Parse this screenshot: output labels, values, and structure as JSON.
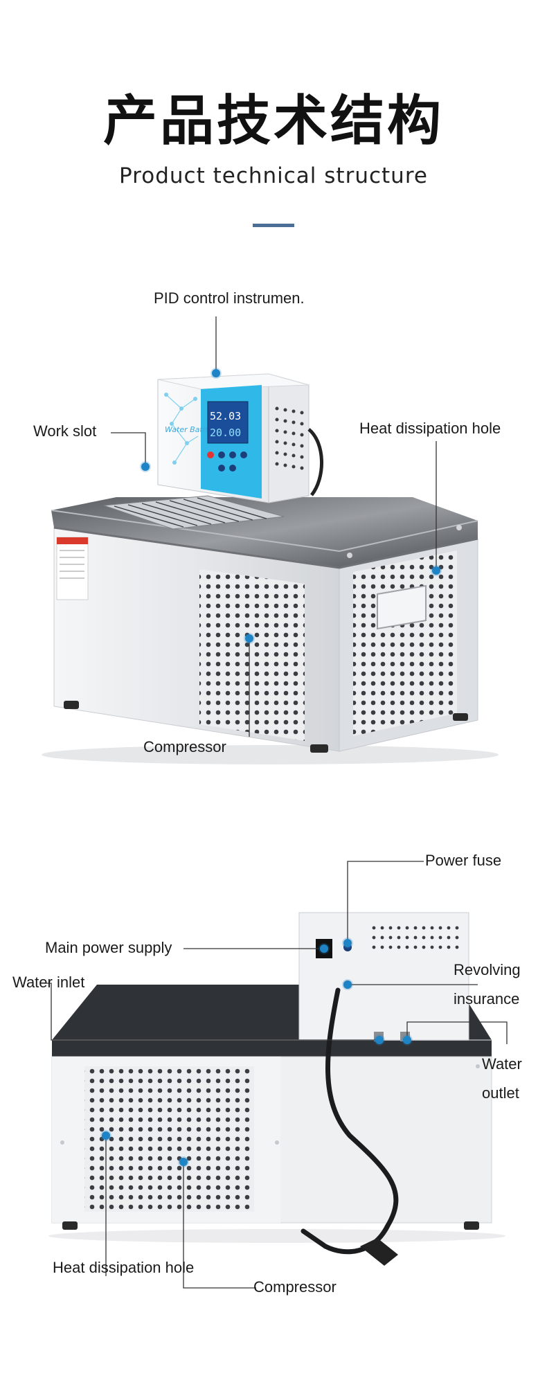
{
  "header": {
    "title_cn": "产品技术结构",
    "title_en": "Product technical structure"
  },
  "diagram1": {
    "device_text": {
      "brand": "Water Bath",
      "display_top": "52.03",
      "display_bottom": "20.00"
    },
    "labels": {
      "pid": "PID control instrumen.",
      "work_slot": "Work slot",
      "heat_hole": "Heat dissipation hole",
      "compressor": "Compressor"
    }
  },
  "diagram2": {
    "labels": {
      "power_fuse": "Power fuse",
      "main_power": "Main power supply",
      "water_inlet": "Water inlet",
      "revolving": "Revolving insurance",
      "water_outlet": "Water outlet",
      "heat_hole": "Heat dissipation hole",
      "compressor": "Compressor"
    }
  },
  "colors": {
    "accent_blue": "#1f84c6",
    "title_bar": "#4b6e96",
    "panel_cyan": "#2fb8e8"
  }
}
